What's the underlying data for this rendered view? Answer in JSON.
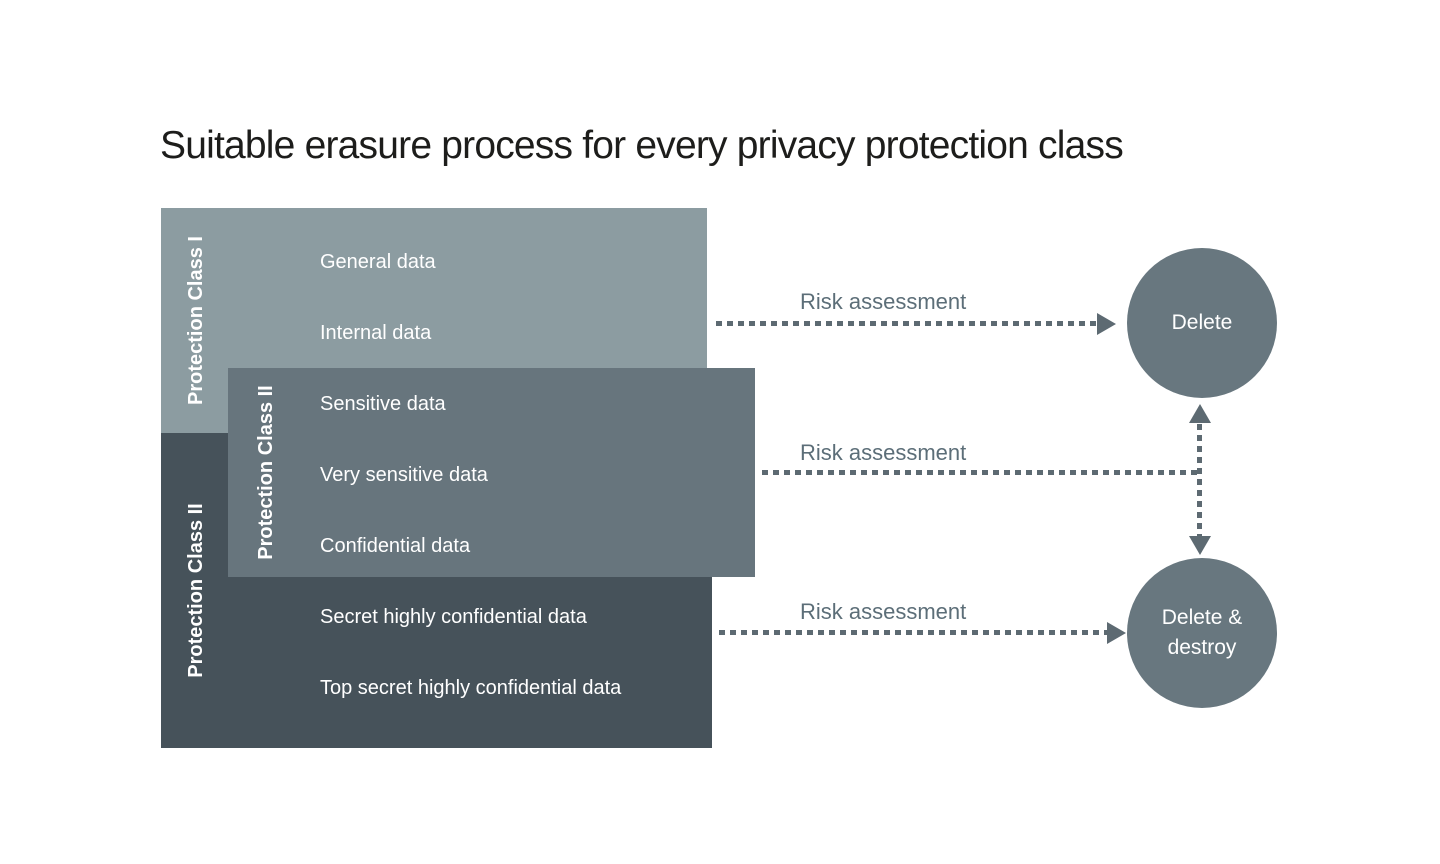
{
  "title": "Suitable erasure process for every privacy protection class",
  "colors": {
    "class1_fill": "#8C9CA1",
    "class2_fill": "#67757D",
    "class3_fill": "#46525A",
    "outcome_fill": "#68777F",
    "arrow": "#5D6A72",
    "risk_label_text": "#5C6E78",
    "title_text": "#1D1D1B",
    "box_text": "#FFFFFF"
  },
  "diagram": {
    "classes": [
      {
        "label": "Protection Class I",
        "items": [
          "General data",
          "Internal data"
        ]
      },
      {
        "label": "Protection Class II",
        "items": [
          "Sensitive data",
          "Very sensitive data",
          "Confidential data"
        ]
      },
      {
        "label": "Protection Class II",
        "items": [
          "Secret highly confidential data",
          "Top secret highly confidential data"
        ]
      }
    ],
    "arrows": [
      {
        "label": "Risk assessment"
      },
      {
        "label": "Risk assessment"
      },
      {
        "label": "Risk assessment"
      }
    ],
    "outcomes": [
      {
        "label": "Delete"
      },
      {
        "label": "Delete & destroy"
      }
    ]
  }
}
